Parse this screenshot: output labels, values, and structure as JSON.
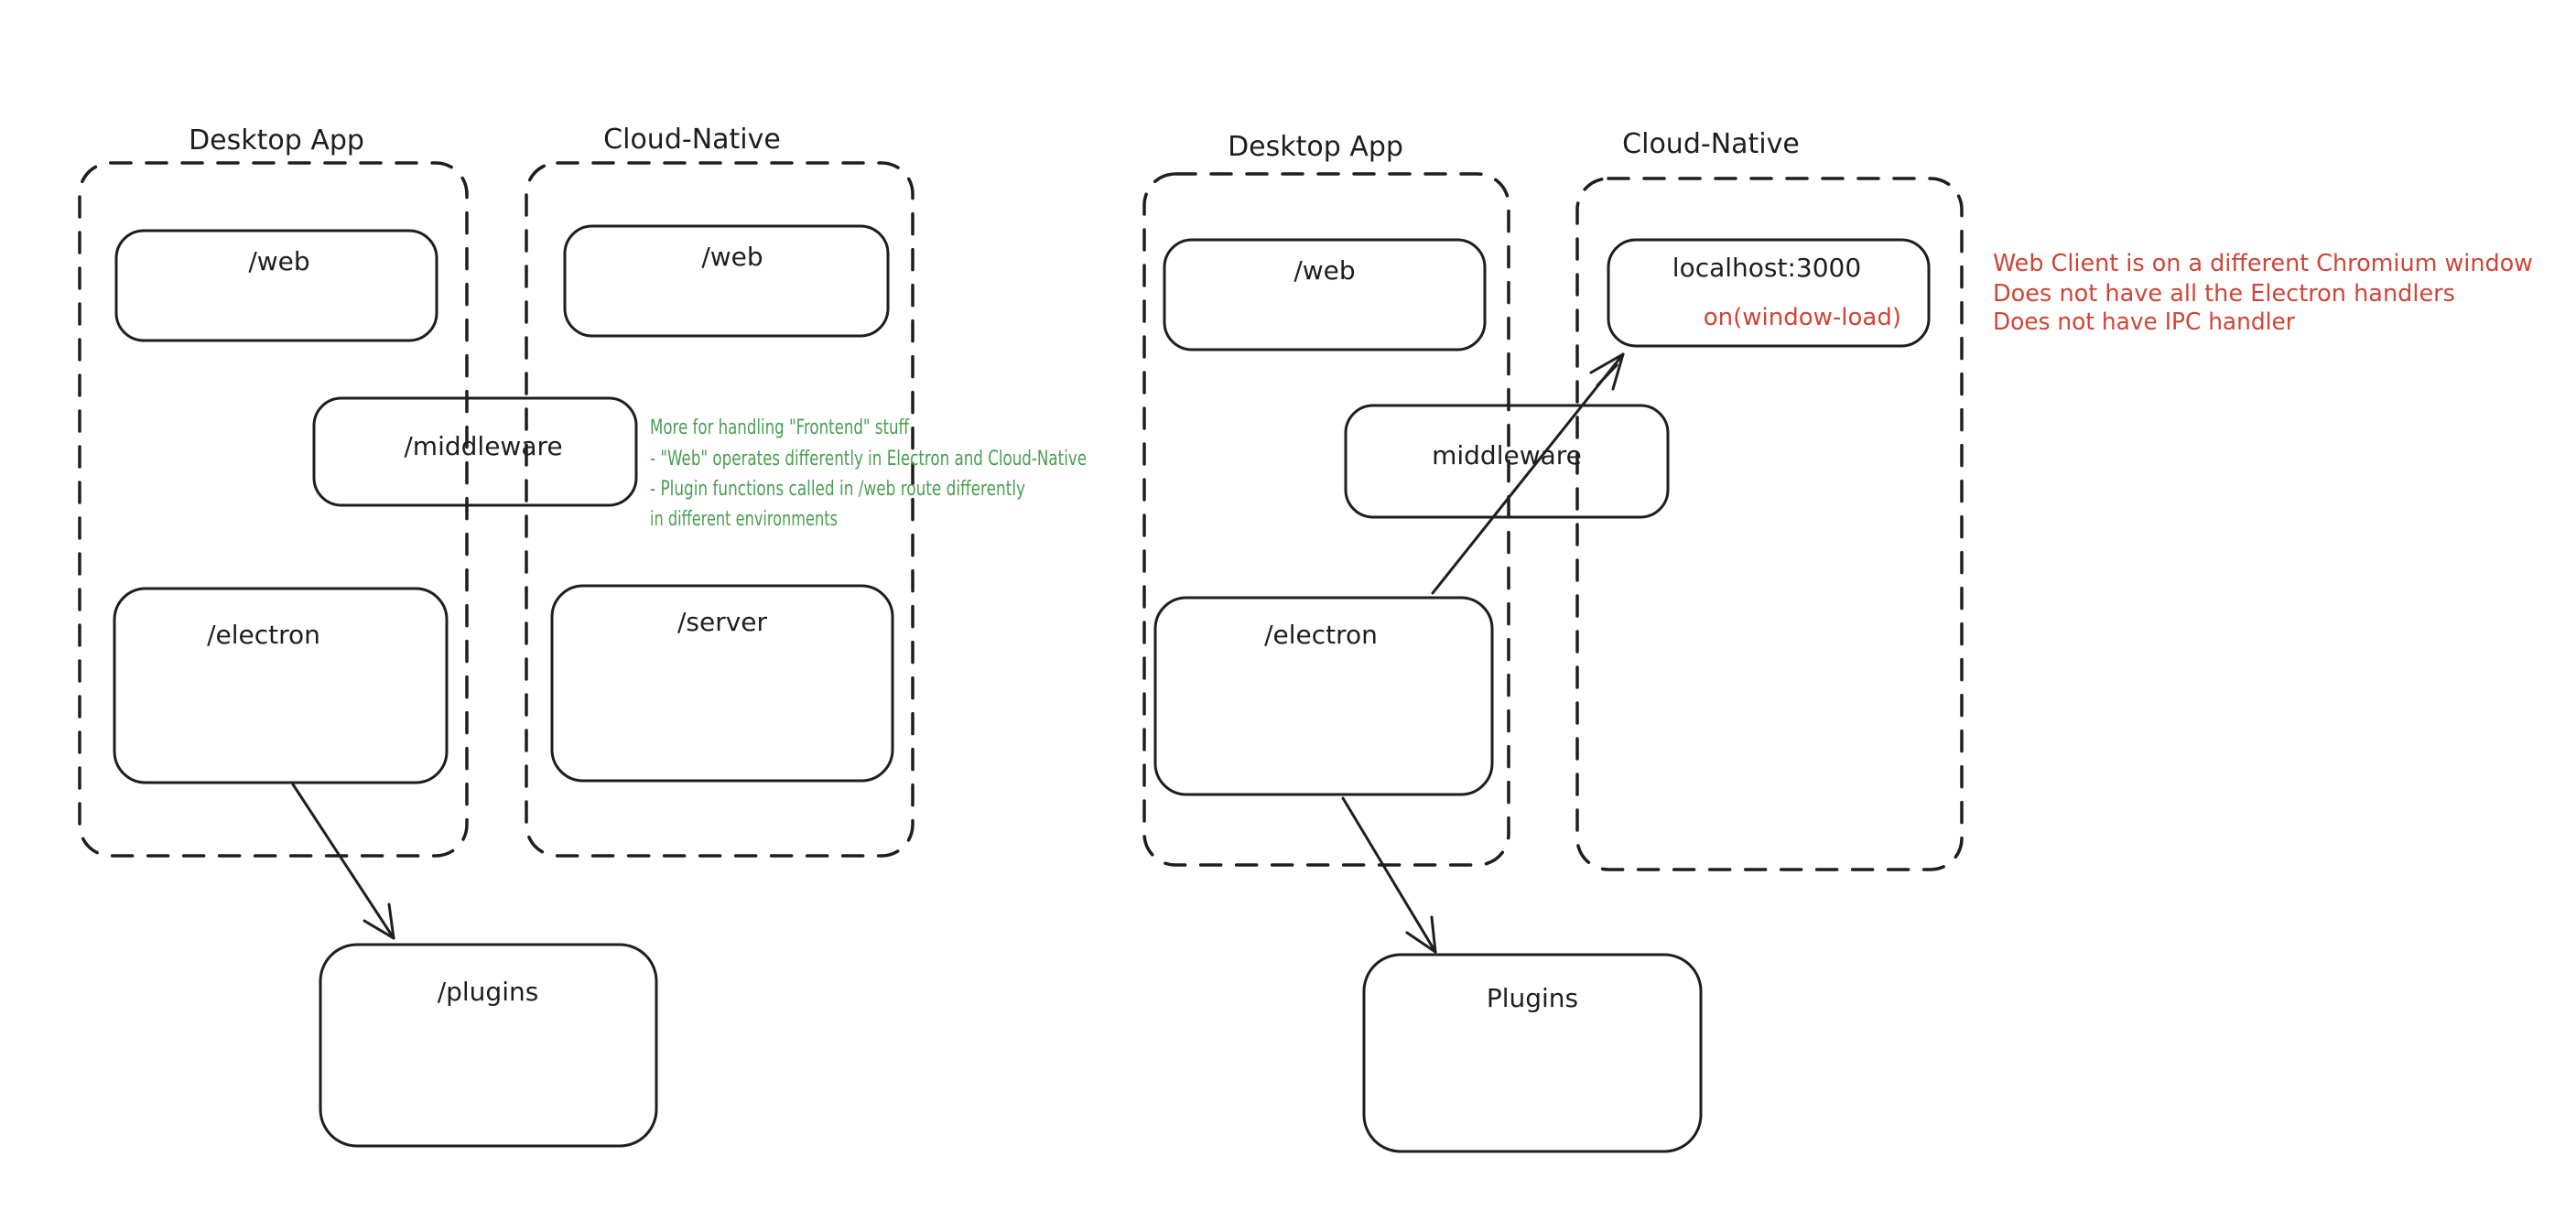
{
  "colors": {
    "ink": "#1e1e1e",
    "green": "#4a9d52",
    "red": "#cf4537"
  },
  "left_group": {
    "desktop_container_label": "Desktop App",
    "cloud_container_label": "Cloud-Native",
    "desktop_web_label": "/web",
    "cloud_web_label": "/web",
    "middleware_label": "/middleware",
    "electron_label": "/electron",
    "server_label": "/server",
    "plugins_label": "/plugins",
    "green_note_lines": [
      "More for handling \"Frontend\" stuff",
      "- \"Web\" operates differently in Electron and Cloud-Native",
      "- Plugin functions called in /web route differently",
      "in different environments"
    ]
  },
  "right_group": {
    "desktop_container_label": "Desktop App",
    "cloud_container_label": "Cloud-Native",
    "desktop_web_label": "/web",
    "localhost_label": "localhost:3000",
    "window_load_label": "on(window-load)",
    "middleware_label": "middleware",
    "electron_label": "/electron",
    "plugins_label": "Plugins",
    "red_note_lines": [
      "Web Client is on a different Chromium window",
      "Does not have all the Electron handlers",
      "Does not have IPC handler"
    ]
  }
}
